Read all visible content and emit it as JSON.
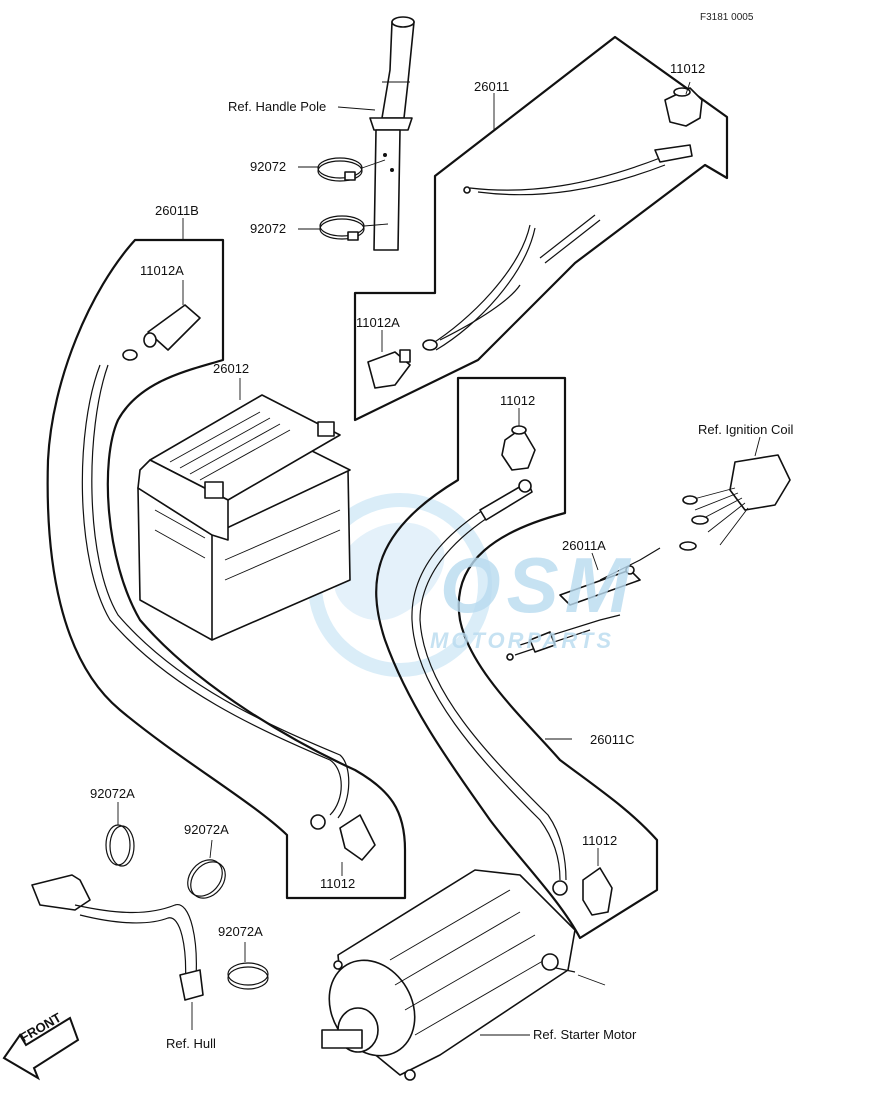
{
  "code": "F3181 0005",
  "labels": {
    "handle_pole": "Ref. Handle Pole",
    "clamp_upper": "92072",
    "clamp_lower": "92072",
    "harness_26011": "26011",
    "cap_11012_top": "11012",
    "cap_11012a_mid": "11012A",
    "cable_26011b": "26011B",
    "cap_11012a_left": "11012A",
    "battery": "26012",
    "cap_11012_right": "11012",
    "ignition_coil": "Ref. Ignition Coil",
    "harness_26011a": "26011A",
    "cable_26011c": "26011C",
    "cap_11012_bottom_right": "11012",
    "cap_11012_bottom_mid": "11012",
    "clamp_a1": "92072A",
    "clamp_a2": "92072A",
    "clamp_a3": "92072A",
    "hull": "Ref. Hull",
    "starter_motor": "Ref. Starter Motor",
    "front": "FRONT"
  },
  "watermark": {
    "brand": "OSM",
    "sub": "MOTORPARTS"
  }
}
